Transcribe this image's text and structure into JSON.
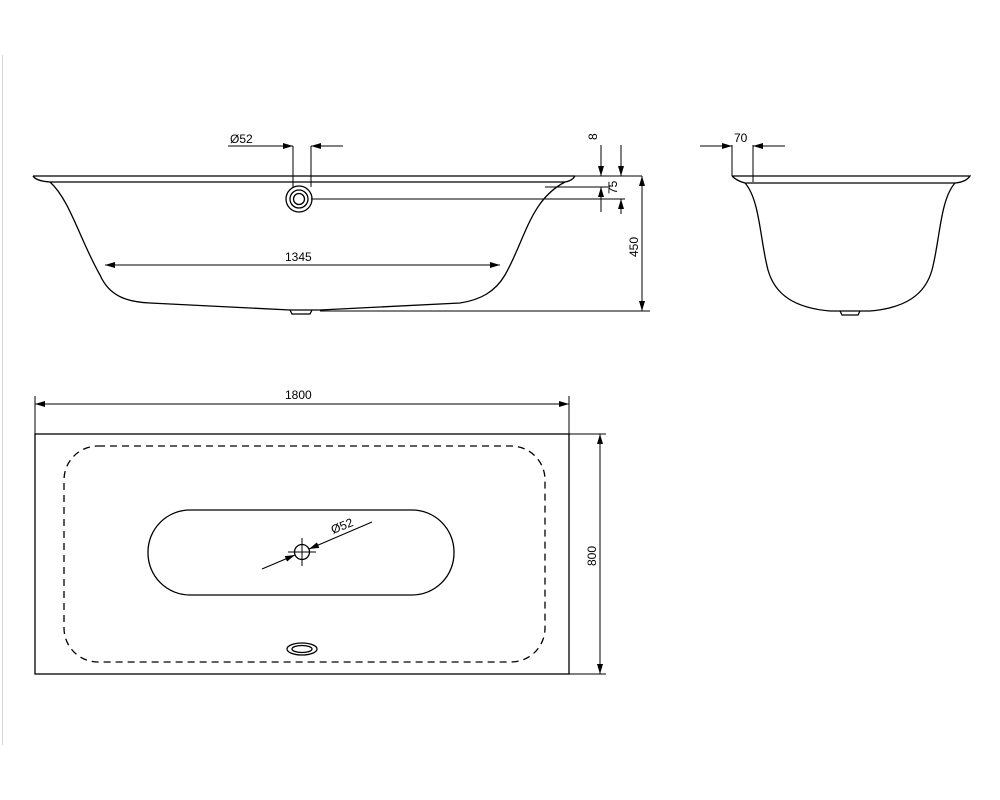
{
  "dimensions": {
    "overflow_diameter_side": "Ø52",
    "rim_thickness": "8",
    "overflow_height": "75",
    "total_height": "450",
    "inner_bottom_length": "1345",
    "rim_width_end": "70",
    "total_length": "1800",
    "total_width": "800",
    "drain_diameter_plan": "Ø52"
  },
  "colors": {
    "line": "#000000",
    "background": "#ffffff"
  }
}
